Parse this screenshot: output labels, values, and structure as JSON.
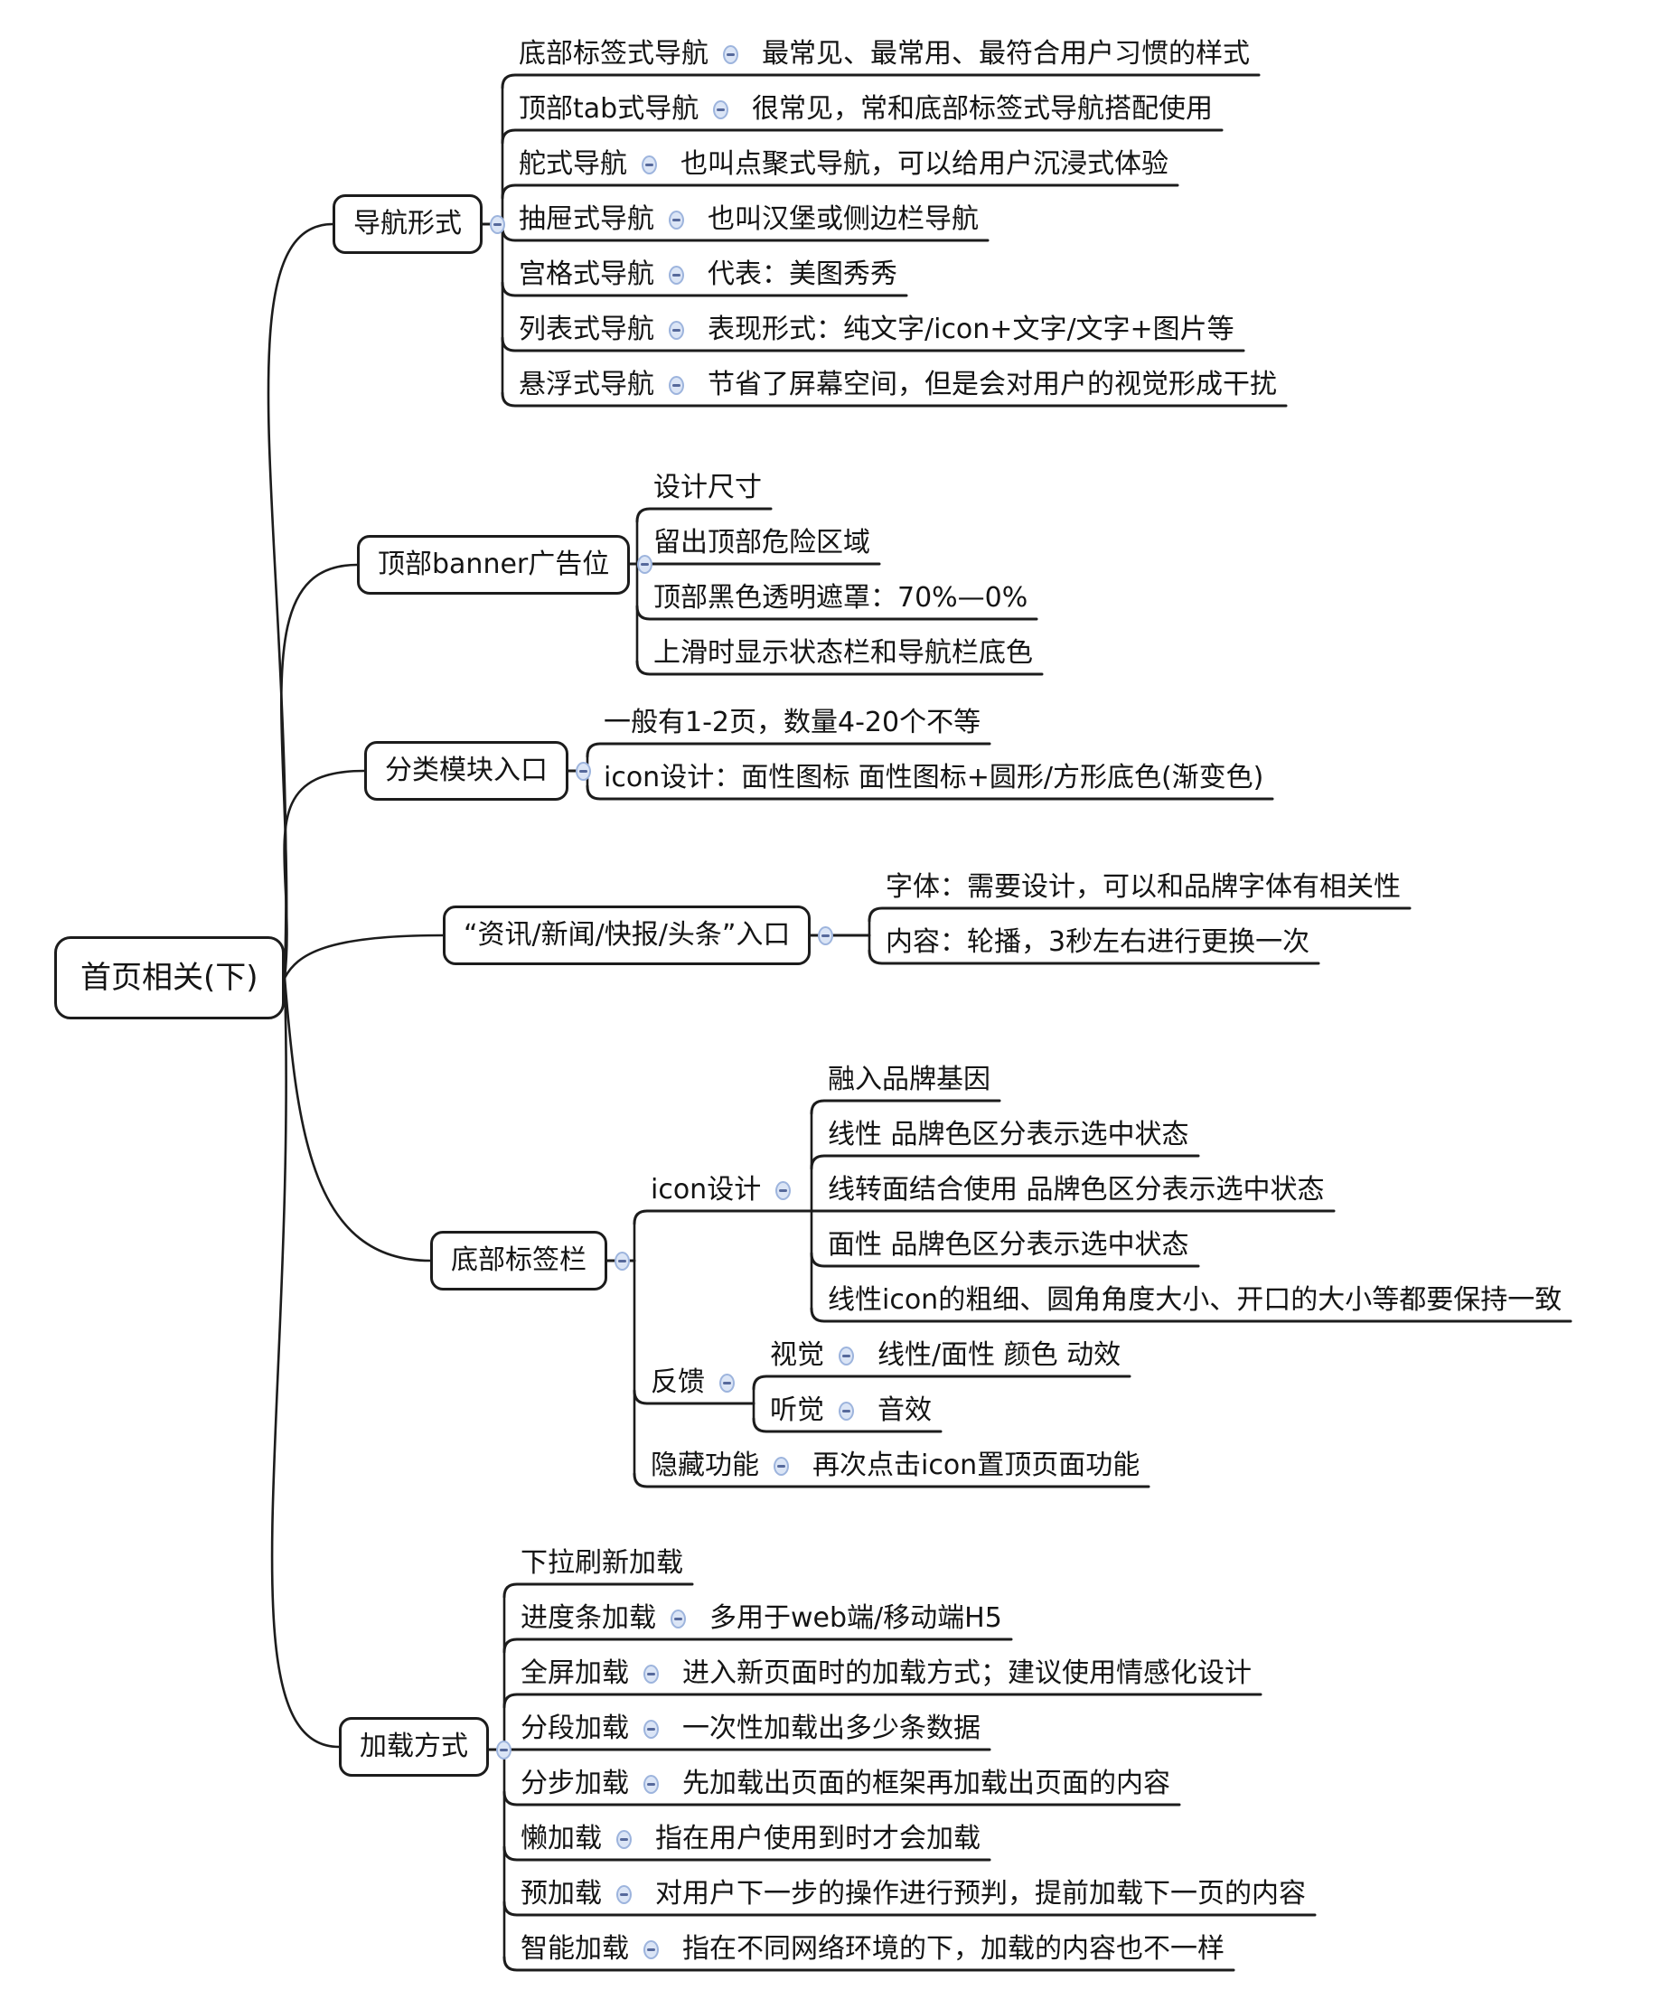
{
  "root": {
    "label": "首页相关(下)"
  },
  "branches": [
    {
      "label": "导航形式",
      "children": [
        {
          "label": "底部标签式导航",
          "pair": "最常见、最常用、最符合用户习惯的样式"
        },
        {
          "label": "顶部tab式导航",
          "pair": "很常见，常和底部标签式导航搭配使用"
        },
        {
          "label": "舵式导航",
          "pair": "也叫点聚式导航，可以给用户沉浸式体验"
        },
        {
          "label": "抽屉式导航",
          "pair": "也叫汉堡或侧边栏导航"
        },
        {
          "label": "宫格式导航",
          "pair": "代表：美图秀秀"
        },
        {
          "label": "列表式导航",
          "pair": "表现形式：纯文字/icon+文字/文字+图片等"
        },
        {
          "label": "悬浮式导航",
          "pair": "节省了屏幕空间，但是会对用户的视觉形成干扰"
        }
      ]
    },
    {
      "label": "顶部banner广告位",
      "children": [
        {
          "label": "设计尺寸"
        },
        {
          "label": "留出顶部危险区域"
        },
        {
          "label": "顶部黑色透明遮罩：70%—0%"
        },
        {
          "label": "上滑时显示状态栏和导航栏底色"
        }
      ]
    },
    {
      "label": "分类模块入口",
      "children": [
        {
          "label": "一般有1-2页，数量4-20个不等"
        },
        {
          "label": "icon设计：面性图标 面性图标+圆形/方形底色(渐变色)"
        }
      ]
    },
    {
      "label": "“资讯/新闻/快报/头条”入口",
      "children": [
        {
          "label": "字体：需要设计，可以和品牌字体有相关性"
        },
        {
          "label": "内容：轮播，3秒左右进行更换一次"
        }
      ]
    },
    {
      "label": "底部标签栏",
      "children": [
        {
          "label": "icon设计",
          "children": [
            {
              "label": "融入品牌基因"
            },
            {
              "label": "线性 品牌色区分表示选中状态"
            },
            {
              "label": "线转面结合使用 品牌色区分表示选中状态"
            },
            {
              "label": "面性 品牌色区分表示选中状态"
            },
            {
              "label": "线性icon的粗细、圆角角度大小、开口的大小等都要保持一致"
            }
          ]
        },
        {
          "label": "反馈",
          "children": [
            {
              "label": "视觉",
              "pair": "线性/面性 颜色 动效"
            },
            {
              "label": "听觉",
              "pair": "音效"
            }
          ]
        },
        {
          "label": "隐藏功能",
          "pair": "再次点击icon置顶页面功能"
        }
      ]
    },
    {
      "label": "加载方式",
      "children": [
        {
          "label": "下拉刷新加载"
        },
        {
          "label": "进度条加载",
          "pair": "多用于web端/移动端H5"
        },
        {
          "label": "全屏加载",
          "pair": "进入新页面时的加载方式；建议使用情感化设计"
        },
        {
          "label": "分段加载",
          "pair": "一次性加载出多少条数据"
        },
        {
          "label": "分步加载",
          "pair": "先加载出页面的框架再加载出页面的内容"
        },
        {
          "label": "懒加载",
          "pair": "指在用户使用到时才会加载"
        },
        {
          "label": "预加载",
          "pair": "对用户下一步的操作进行预判，提前加载下一页的内容"
        },
        {
          "label": "智能加载",
          "pair": "指在不同网络环境的下，加载的内容也不一样"
        }
      ]
    }
  ],
  "icons": {
    "collapse_minus": "−"
  },
  "colors": {
    "background": "#ffffff",
    "text": "#141414",
    "line": "#1c1c1c",
    "collapse_fill": "#dbe5f6",
    "collapse_border": "#9db4dd",
    "collapse_glyph": "#56699b"
  }
}
